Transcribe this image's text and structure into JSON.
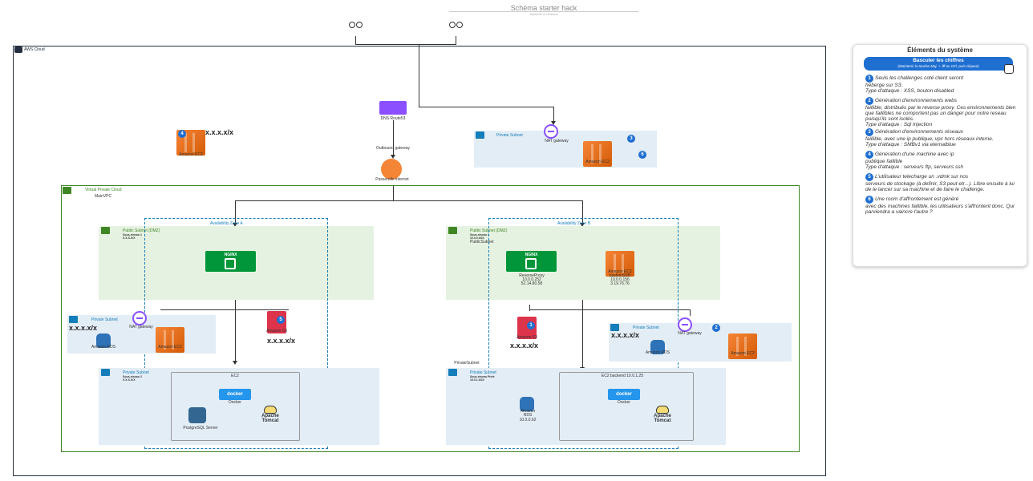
{
  "header": {
    "title": "Schéma starter hack",
    "subtitle": "Système et réseaux"
  },
  "aws_cloud": {
    "label": "AWS Cloud"
  },
  "vpc": {
    "label": "Virtual Private Cloud",
    "name": "MainVPC"
  },
  "top": {
    "dns_label": "DNS Route53",
    "outbound_label": "Outbound gateway",
    "igw_label": "Passerelle internet"
  },
  "left_ec2": {
    "badge": "4",
    "ip": "x.x.x.x/x",
    "label": "Amazon EC2"
  },
  "top_private_subnet": {
    "label": "Private Subnet",
    "nat_label": "NAT gateway",
    "badge_a": "3",
    "badge_b": "6",
    "ec2_label": "Amazon EC2"
  },
  "zone_a": {
    "az_label": "Availability Zone A",
    "public_subnet": {
      "label": "Public Subnet (DMZ)",
      "line1": "Sous-réseau 1",
      "line2": "X.X.X.X/X"
    },
    "nginx_label": "NGINX",
    "private_subnet_small": {
      "label": "Private Subnet",
      "ip": "x.x.x.x/x",
      "nat_label": "NAT gateway",
      "rds_label": "Amazon RDS",
      "ec2_label": "Amazon EC2"
    },
    "s3": {
      "badge": "5",
      "label": "Amazon S3",
      "ip": "x.x.x.x/x"
    },
    "private_subnet": {
      "label": "Private Subnet",
      "line1": "Sous-réseau 2",
      "line2": "X.X.X.X/X"
    },
    "ec2_box": {
      "label": "EC2",
      "docker_label": "Docker",
      "docker_logo": "docker",
      "pg_label": "PostgreSQL Server",
      "tomcat_line1": "Apache",
      "tomcat_line2": "Tomcat"
    }
  },
  "zone_b": {
    "az_label": "Availability Zone B",
    "public_subnet": {
      "label": "Public Subnet (DMZ)",
      "line1": "Sous-réseau 3",
      "line2": "10.0.0.0/24",
      "name": "PublicSubnet"
    },
    "nginx": {
      "logo": "NGINX",
      "name": "ReverseProxy",
      "ip1": "10.0.0.252",
      "ip2": "52.14.80.58"
    },
    "bastion": {
      "line1": "Amazon EC2",
      "line2": "bastionSSH",
      "ip1": "10.0.0.156",
      "ip2": "3.19.76.76"
    },
    "s3": {
      "badge": "1",
      "label": "Amazon S3",
      "ip": "x.x.x.x/x"
    },
    "private_subnet_small": {
      "label": "Private Subnet",
      "ip": "x.x.x.x/x",
      "nat_label": "NAT gateway",
      "badge": "2",
      "rds_label": "Amazon RDS",
      "ec2_label": "Amazon EC2"
    },
    "private_subnet": {
      "name": "PrivateSubnet",
      "label": "Private Subnet",
      "line1": "Sous-réseau Privé",
      "line2": "10.0.1.0/24"
    },
    "rds": {
      "line1": "Amazon",
      "line2": "RDS",
      "ip": "10.0.0.62"
    },
    "ec2_box": {
      "label": "EC2 backend 10.0.1.25",
      "docker_logo": "docker",
      "docker_label": "Docker",
      "tomcat_line1": "Apache",
      "tomcat_line2": "Tomcat"
    }
  },
  "panel": {
    "title": "Éléments du système",
    "toggle_label": "Basculer les chiffres",
    "toggle_hint": "(Maintenir la touche Maj. + ⌘ ou Ctrl. puis cliquez)",
    "items": [
      {
        "num": "1",
        "line1": "Seuls les challenges coté client seront",
        "line2": "héberge sur S3.",
        "line3": "Type d'attaque : XSS, bouton disabled",
        "line4": ""
      },
      {
        "num": "2",
        "line1": "Génération d'environnements webs",
        "line2": "faillible, distribués par le reverse proxy. Ces environnements bien que faillibles ne comportent pas un danger pour notre reseau puisqu'ils sont isolés.",
        "line3": "Type d'attaque : Sql Injection",
        "line4": ""
      },
      {
        "num": "3",
        "line1": "Génération d'environnements réseaux",
        "line2": "faillible, avec une ip publique, vpc hors réseaux interne.",
        "line3": "Type d'attaque : SMBv1 via eternalblue",
        "line4": ""
      },
      {
        "num": "4",
        "line1": "Génération d'une machine avec ip",
        "line2": "publique faillible",
        "line3": "Type d'attaque : serveurs ftp, serveurs ssh",
        "line4": ""
      },
      {
        "num": "5",
        "line1": "L'utilisateur telecharge un .vdmk sur nos",
        "line2": "serveurs de stockage (à definir, S3 peut etr...). Libre ensuite à lui de le lancer sur sa machine et de faire le challenge.",
        "line3": "",
        "line4": ""
      },
      {
        "num": "6",
        "line1": "Une room d'affrontement est généré",
        "line2": "avec des machines faillible, les utilisateurs s'affrontent donc. Qui parviendra a vaincre l'autre ?",
        "line3": "",
        "line4": ""
      }
    ]
  },
  "colors": {
    "aws_orange": "#f58536",
    "vpc_green": "#3f8624",
    "subnet_blue": "#147eba",
    "badge_blue": "#1f6fd1",
    "nginx_green": "#009639",
    "nat_purple": "#8c4fff",
    "s3_red": "#dd344c"
  }
}
